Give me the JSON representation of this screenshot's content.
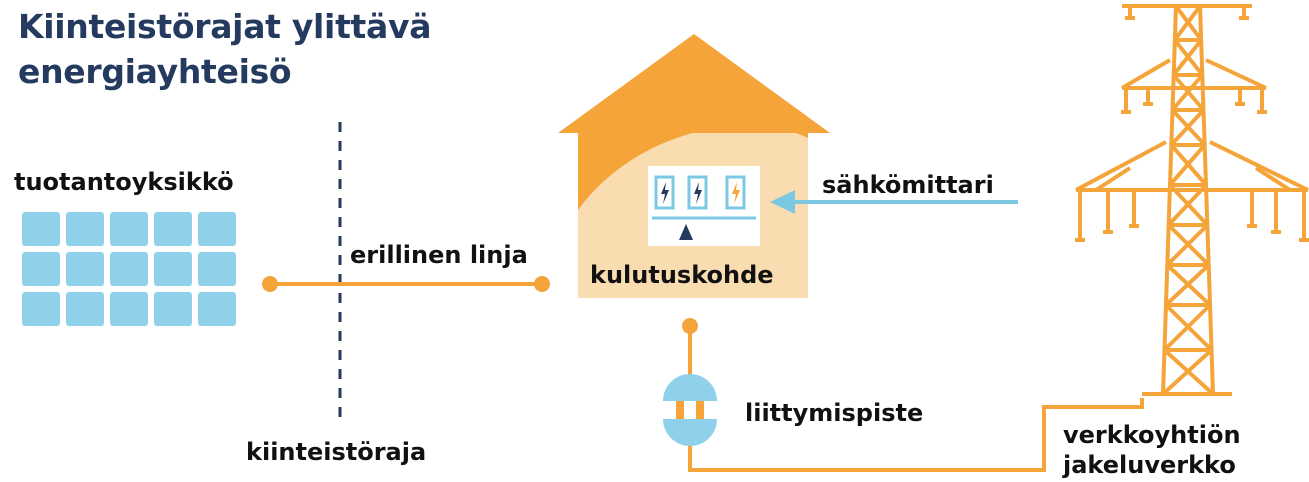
{
  "title_lines": [
    "Kiinteistörajat ylittävä",
    "energiayhteisö"
  ],
  "labels": {
    "production_unit": "tuotantoyksikkö",
    "separate_line": "erillinen linja",
    "consumption_site": "kulutuskohde",
    "electricity_meter": "sähkömittari",
    "connection_point": "liittymispiste",
    "property_boundary": "kiinteistöraja",
    "grid_line1": "verkkoyhtiön",
    "grid_line2": "jakeluverkko"
  },
  "colors": {
    "orange": "#f5a43a",
    "house_wall": "#fadcb1",
    "light_blue": "#7cc8e3",
    "panel_blue": "#8fd1ea",
    "navy": "#243a5e",
    "text": "#111111"
  },
  "icons": [
    "solar-panel-icon",
    "house-icon",
    "meter-icon",
    "connection-point-icon",
    "power-tower-icon"
  ]
}
